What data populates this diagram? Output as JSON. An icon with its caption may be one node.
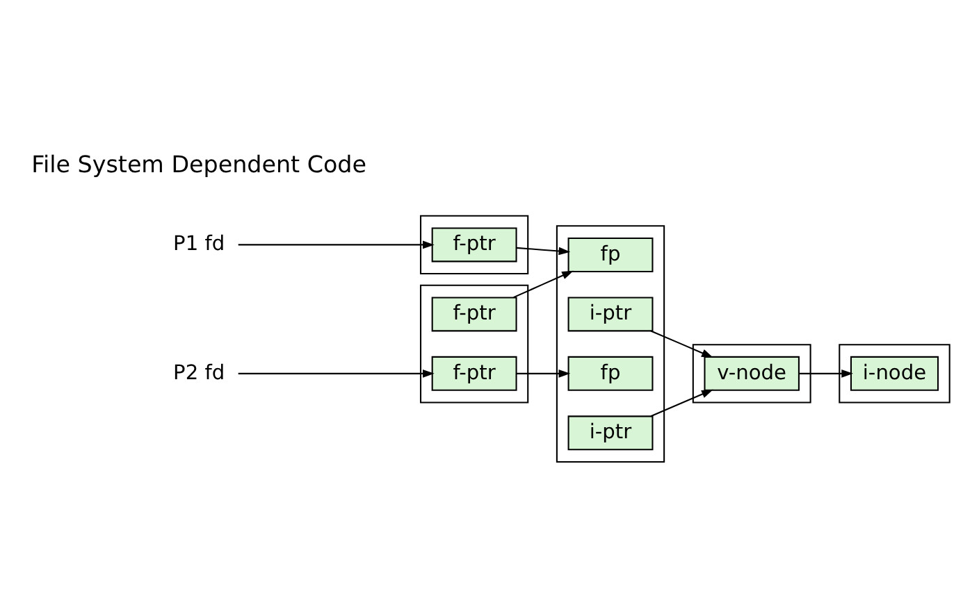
{
  "diagram": {
    "nodes": [
      {
        "text": [
          "P1 fd"
        ]
      },
      {
        "text": [],
        "shape": "box"
      },
      {
        "text": [
          "f-ptr"
        ],
        "in": 1
      },
      {
        "text": [],
        "shape": "box"
      },
      {
        "text": [
          "fp"
        ],
        "in": 3
      },
      {
        "text": [
          "i-ptr"
        ],
        "in": 3
      },
      {
        "text": [
          "fp"
        ],
        "in": 3
      },
      {
        "text": [
          "i-ptr"
        ],
        "in": 3
      },
      {
        "text": [],
        "shape": "box"
      },
      {
        "text": [
          "v-node"
        ],
        "in": 8
      },
      {
        "text": [],
        "shape": "box"
      },
      {
        "text": [
          "i-node"
        ],
        "in": 10
      },
      {
        "text": [
          "P2 fd"
        ]
      },
      {
        "text": [],
        "shape": "box"
      },
      {
        "text": [
          "f-ptr"
        ],
        "in": 13
      },
      {
        "text": [
          "f-ptr"
        ],
        "in": 13
      }
    ],
    "edges": [
      {
        "from": 0,
        "to": 2,
        "arrow": "to"
      },
      {
        "from": 12,
        "to": 14,
        "arrow": "to"
      },
      {
        "from": 2,
        "to": 4,
        "arrow": "to"
      },
      {
        "from": 14,
        "to": 6,
        "arrow": "to"
      },
      {
        "from": 15,
        "to": 4,
        "arrow": "to"
      },
      {
        "from": 5,
        "to": 9,
        "arrow": "to"
      },
      {
        "from": 7,
        "to": 9,
        "arrow": "to"
      },
      {
        "from": 9,
        "to": 11,
        "arrow": "to"
      }
    ],
    "labels": [
      "File System Dependent Code"
    ]
  }
}
